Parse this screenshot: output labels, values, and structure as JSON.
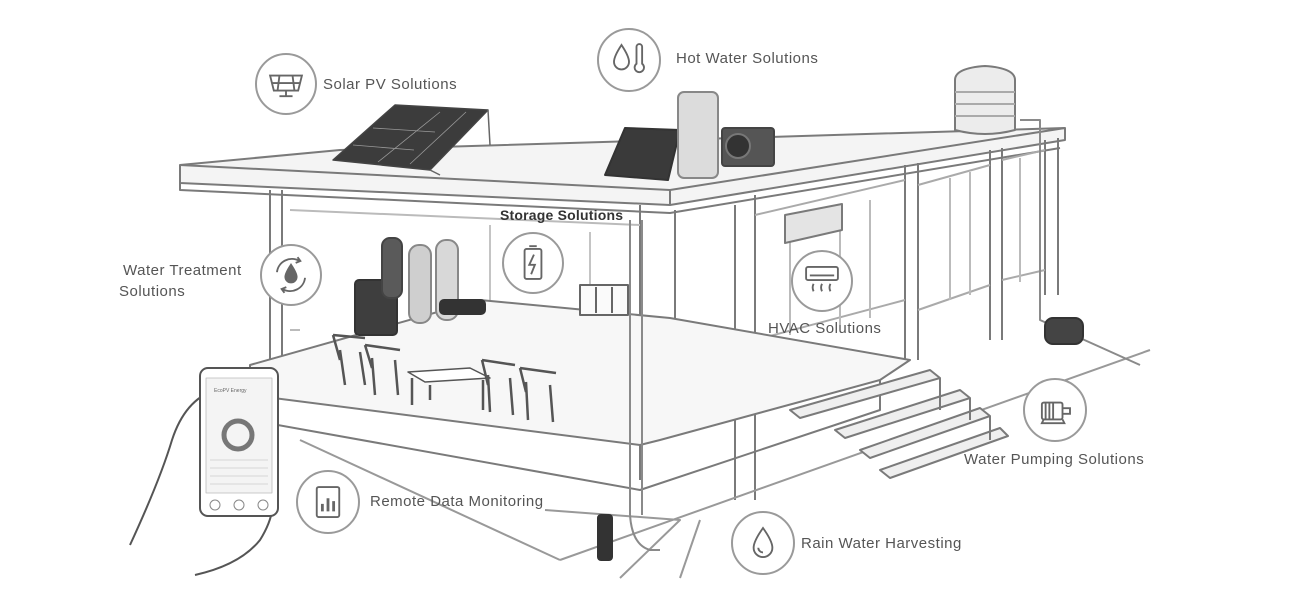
{
  "labels": {
    "solar_pv": "Solar PV Solutions",
    "hot_water": "Hot Water Solutions",
    "storage": "Storage Solutions",
    "water_treatment_line1": "Water Treatment",
    "water_treatment_line2": "Solutions",
    "hvac": "HVAC Solutions",
    "water_pumping": "Water Pumping Solutions",
    "remote_monitoring": "Remote Data Monitoring",
    "rain_water": "Rain Water Harvesting"
  },
  "phone": {
    "app_title": "EcoPV Energy"
  },
  "icons": {
    "solar_pv": "solar-panel-icon",
    "hot_water": "thermometer-drop-icon",
    "storage": "battery-icon",
    "water_treatment": "recycle-drop-icon",
    "hvac": "air-conditioner-icon",
    "water_pumping": "motor-pump-icon",
    "remote_monitoring": "bar-chart-icon",
    "rain_water": "water-drop-icon"
  },
  "colors": {
    "line": "#777777",
    "icon_border": "#9a9a9a",
    "text": "#555555"
  }
}
